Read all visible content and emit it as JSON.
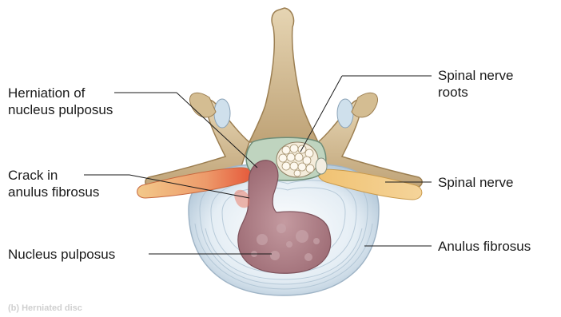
{
  "labels": {
    "herniation_line1": "Herniation of",
    "herniation_line2": "nucleus pulposus",
    "crack_line1": "Crack in",
    "crack_line2": "anulus fibrosus",
    "nucleus": "Nucleus pulposus",
    "roots_line1": "Spinal nerve",
    "roots_line2": "roots",
    "spinal_nerve": "Spinal nerve",
    "anulus": "Anulus fibrosus"
  },
  "caption": "(b) Herniated disc",
  "colors": {
    "bone": "#d9c49f",
    "bone_dark": "#a88a5d",
    "disc_outer": "#dfe9f1",
    "disc_ring": "#a9bfd0",
    "nucleus": "#b07f86",
    "nucleus_dark": "#8a5a63",
    "nerve": "#eec274",
    "nerve_inflamed": "#e9714d",
    "cord_fill": "#f3ecdc",
    "dura": "#b4c8b0"
  }
}
